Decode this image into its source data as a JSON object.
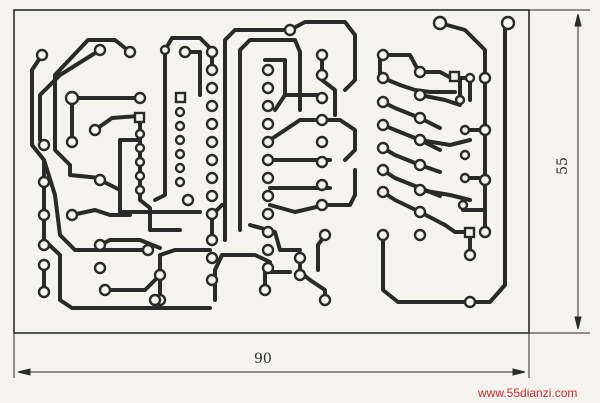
{
  "dimensions": {
    "width_label": "90",
    "height_label": "55"
  },
  "watermark": "www.55dianzi.com",
  "colors": {
    "trace": "#2a2a2a",
    "board_bg": "#f4f3ef",
    "watermark": "#cc2a2a"
  }
}
